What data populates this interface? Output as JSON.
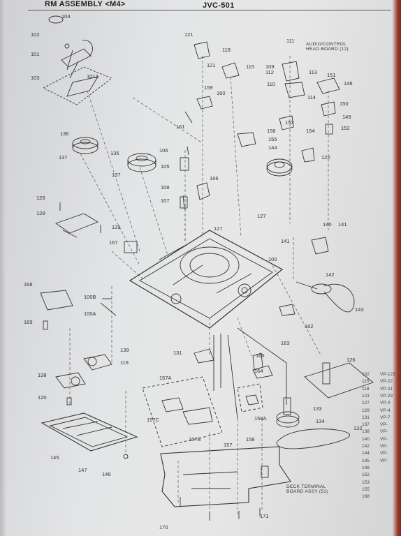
{
  "header": {
    "assembly_title": "RM ASSEMBLY <M4>",
    "model": "JVC-501"
  },
  "labels": {
    "audio_control_head": "AUDIO/CONTROL\nHEAD BOARD (12)",
    "deck_terminal": "DECK TERMINAL\nBOARD ASSY (51)"
  },
  "callouts": [
    "104",
    "102",
    "101",
    "103",
    "101A",
    "136",
    "137",
    "135",
    "137",
    "106",
    "105",
    "108",
    "107",
    "166",
    "121",
    "118",
    "121",
    "115",
    "159",
    "160",
    "161",
    "156",
    "155",
    "144",
    "111",
    "109",
    "112",
    "110",
    "113",
    "114",
    "151",
    "148",
    "150",
    "149",
    "153",
    "154",
    "152",
    "122",
    "129",
    "128",
    "129",
    "167",
    "127",
    "127",
    "141",
    "140",
    "141",
    "100",
    "142",
    "143",
    "168",
    "100B",
    "100A",
    "169",
    "162",
    "139",
    "119",
    "131",
    "163",
    "165",
    "164",
    "126",
    "138",
    "157A",
    "120",
    "133",
    "134",
    "132",
    "157C",
    "158A",
    "157B",
    "157",
    "158",
    "145",
    "147",
    "146",
    "170",
    "171"
  ],
  "legend": {
    "refs": [
      "102",
      "115",
      "118",
      "121",
      "127",
      "129",
      "131",
      "137",
      "138",
      "140",
      "142",
      "144",
      "145",
      "148",
      "152",
      "153",
      "155",
      "168"
    ],
    "codes": [
      "VP-123",
      "VP-22",
      "VP-21",
      "VP-23",
      "VP-0",
      "VP-4",
      "VP-7",
      "VP-",
      "VP-",
      "VP-",
      "VP-",
      "VP-",
      "VP-",
      "",
      "",
      "",
      "",
      ""
    ]
  }
}
